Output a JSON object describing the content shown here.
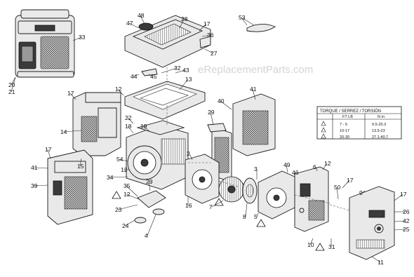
{
  "watermark": "eReplacementParts.com",
  "torque_table": {
    "header": "TORQUE / SERREZ / TORSIÓN",
    "col_ftlb": "FT LB",
    "col_nm": "N m",
    "rows": [
      {
        "ft_lb": "7 - 5",
        "n_m": "9.5-20.3"
      },
      {
        "ft_lb": "10-17",
        "n_m": "13.5-23"
      },
      {
        "ft_lb": "20-30",
        "n_m": "27.1-40.7"
      }
    ]
  },
  "callouts": [
    "33",
    "20",
    "21",
    "48",
    "47",
    "28",
    "17",
    "36",
    "27",
    "53",
    "32",
    "45",
    "44",
    "43",
    "13",
    "12",
    "40",
    "41",
    "17",
    "29",
    "22",
    "14",
    "18",
    "19",
    "54",
    "15",
    "2",
    "12",
    "34",
    "17",
    "41",
    "39",
    "29",
    "35",
    "12",
    "16",
    "23",
    "24",
    "4",
    "49",
    "46",
    "6",
    "3",
    "7",
    "5",
    "8",
    "12",
    "50",
    "17",
    "9",
    "17",
    "26",
    "42",
    "25",
    "10",
    "31",
    "11"
  ]
}
